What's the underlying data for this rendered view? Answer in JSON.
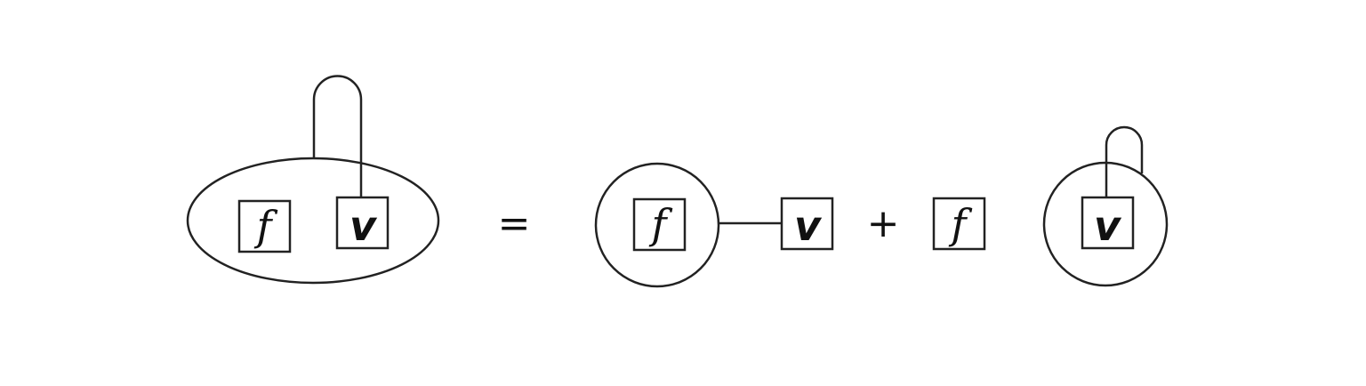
{
  "diagram": {
    "lhs": {
      "f_label": "f",
      "v_label": "v"
    },
    "equals_symbol": "=",
    "rhs_term1": {
      "f_label": "f",
      "v_label": "v"
    },
    "plus_symbol": "+",
    "rhs_term2": {
      "f_label": "f",
      "v_label": "v"
    },
    "stroke_color": "#222222"
  }
}
